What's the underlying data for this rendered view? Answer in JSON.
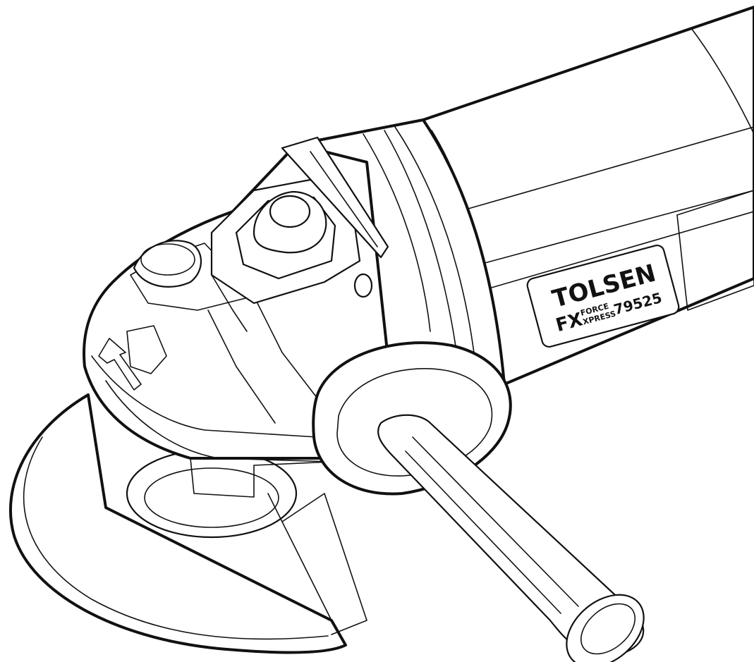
{
  "label": {
    "brand": "TOLSEN",
    "logo_mark": "FX",
    "logo_line1": "FORCE",
    "logo_line2": "XPRESS",
    "model": "79525"
  }
}
